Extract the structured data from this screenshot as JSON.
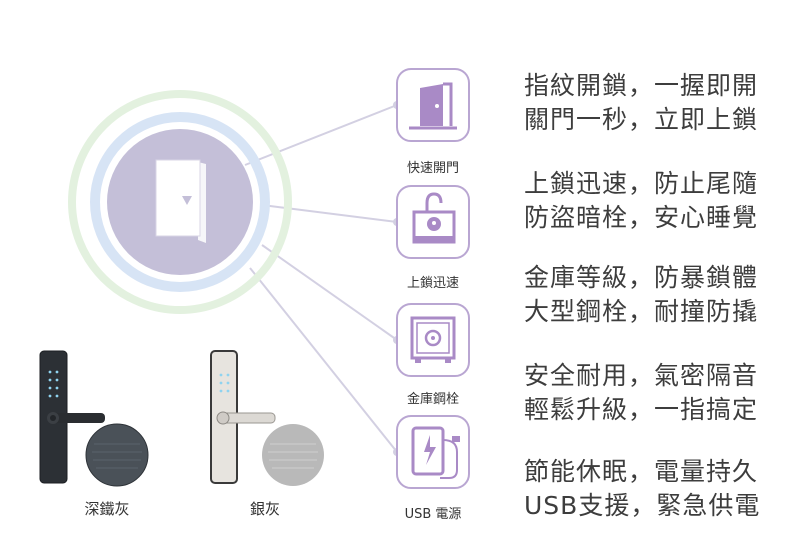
{
  "features": [
    {
      "label": "快速開門",
      "icon": "door-open-icon"
    },
    {
      "label": "上鎖迅速",
      "icon": "padlock-icon"
    },
    {
      "label": "金庫鋼栓",
      "icon": "safe-icon"
    },
    {
      "label": "USB 電源",
      "icon": "power-bank-icon"
    }
  ],
  "descriptions": [
    {
      "line1": "指紋開鎖，一握即開",
      "line2": "關門一秒，立即上鎖"
    },
    {
      "line1": "上鎖迅速，防止尾隨",
      "line2": "防盜暗栓，安心睡覺"
    },
    {
      "line1": "金庫等級，防暴鎖體",
      "line2": "大型鋼栓，耐撞防撬"
    },
    {
      "line1": "安全耐用，氣密隔音",
      "line2": "輕鬆升級，一指搞定"
    },
    {
      "line1": "節能休眠，電量持久",
      "line2": "USB支援，緊急供電"
    }
  ],
  "products": [
    {
      "name": "深鐵灰"
    },
    {
      "name": "銀灰"
    }
  ],
  "colors": {
    "accent": "#a98ac6",
    "hub_fill": "#c4bfd8",
    "ring_inner": "#d7e4f5",
    "ring_outer": "#e3f1df",
    "line": "#d3d0e2"
  }
}
